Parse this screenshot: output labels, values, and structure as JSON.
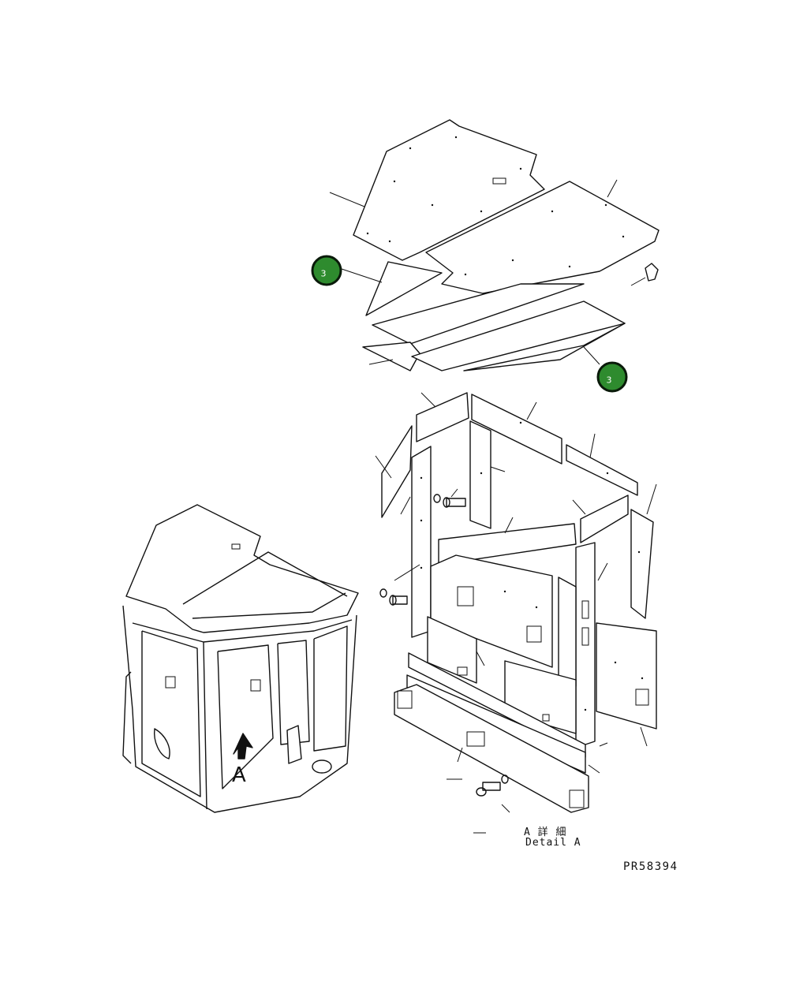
{
  "callouts": [
    {
      "number": "3"
    },
    {
      "number": "3"
    }
  ],
  "view_label": "A",
  "detail_label_jp": "A 詳 細",
  "detail_label_en": "Detail A",
  "drawing_number": "PR58394",
  "colors": {
    "callout_fill": "#2e8b2e",
    "line": "#111111",
    "background": "#ffffff"
  }
}
